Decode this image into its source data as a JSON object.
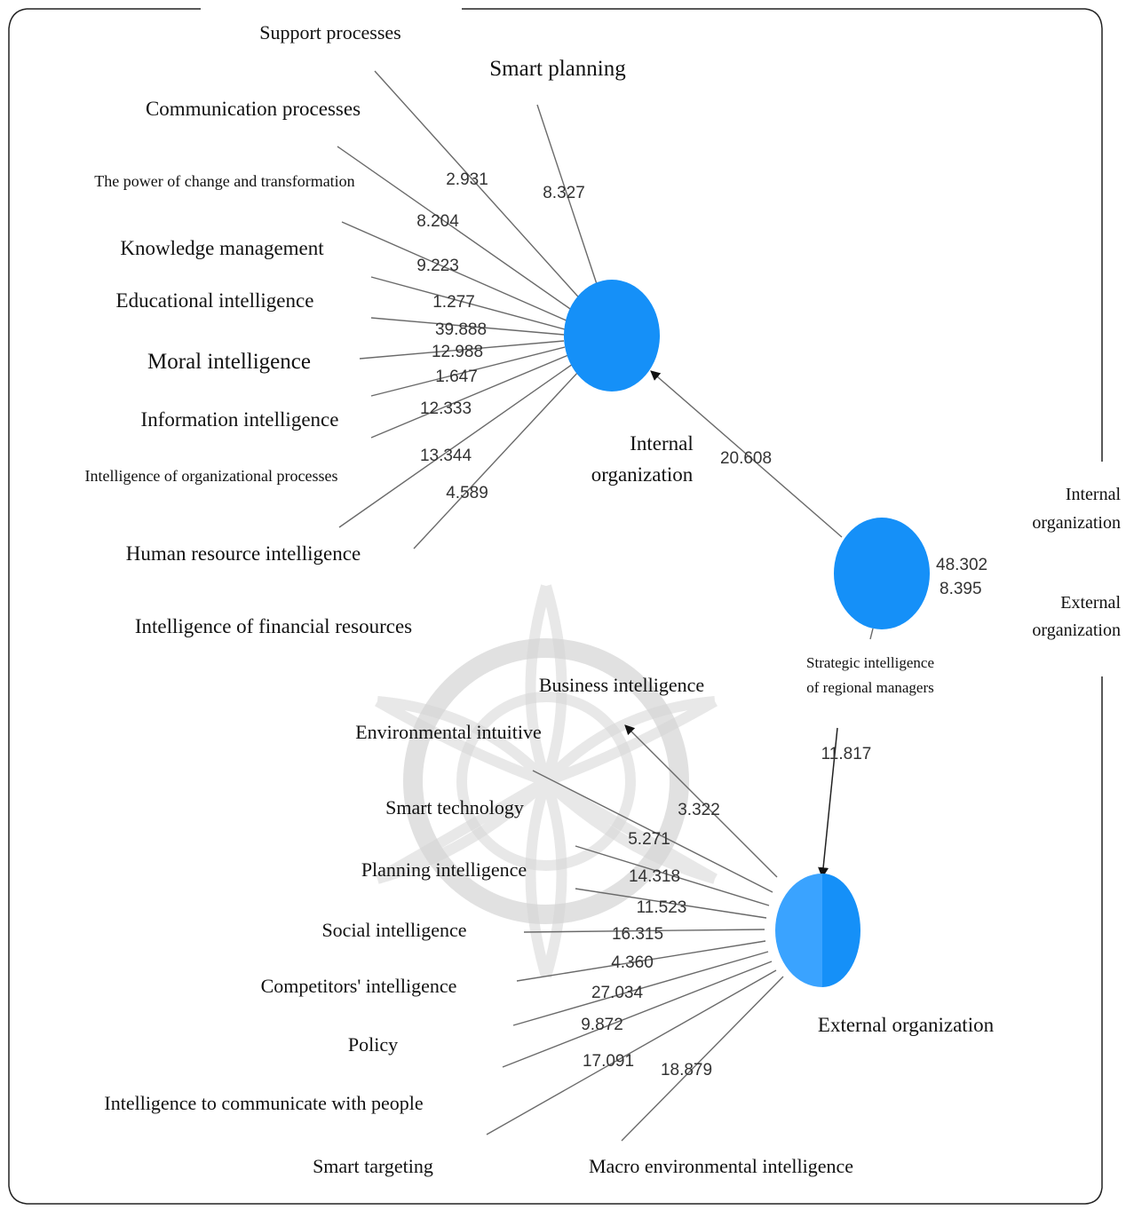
{
  "nodes": {
    "internal": {
      "label_line1": "Internal",
      "label_line2": "organization",
      "color": "#1590f8"
    },
    "strategic": {
      "label_line1": "Strategic intelligence",
      "label_line2": "of regional managers",
      "color": "#1590f8"
    },
    "external": {
      "label": "External organization",
      "color_left": "#3aa3ff",
      "color_right": "#1590f8"
    }
  },
  "side_labels": {
    "internal_line1": "Internal",
    "internal_line2": "organization",
    "external_line1": "External",
    "external_line2": "organization"
  },
  "internal_indicators": [
    {
      "label": "Support processes",
      "value": "2.931"
    },
    {
      "label": "Smart planning",
      "value": "8.327"
    },
    {
      "label": "Communication processes",
      "value": "8.204"
    },
    {
      "label": "The power of change and transformation",
      "value": "9.223"
    },
    {
      "label": "Knowledge management",
      "value": "1.277"
    },
    {
      "label": "Educational intelligence",
      "value": "39.888"
    },
    {
      "label": "Moral intelligence",
      "value": "12.988"
    },
    {
      "label": "Information intelligence",
      "value": "1.647"
    },
    {
      "label": "Intelligence of organizational processes",
      "value": "12.333"
    },
    {
      "label": "Human resource intelligence",
      "value": "13.344"
    },
    {
      "label": "Intelligence of financial resources",
      "value": "4.589"
    }
  ],
  "external_indicators": [
    {
      "label": "Business intelligence",
      "value": "3.322"
    },
    {
      "label": "Environmental intuitive",
      "value": "5.271"
    },
    {
      "label": "Smart technology",
      "value": "14.318"
    },
    {
      "label": "Planning intelligence",
      "value": "11.523"
    },
    {
      "label": "Social intelligence",
      "value": "16.315"
    },
    {
      "label": "Competitors' intelligence",
      "value": "4.360"
    },
    {
      "label": "Policy",
      "value": "27.034"
    },
    {
      "label": "Intelligence to communicate with people",
      "value": "9.872"
    },
    {
      "label": "Smart targeting",
      "value": "17.091"
    },
    {
      "label": "Macro environmental intelligence",
      "value": "18.879"
    }
  ],
  "paths": {
    "strategic_to_internal": "20.608",
    "strategic_to_external": "11.817",
    "strategic_outer_1": "48.302",
    "strategic_outer_2": "8.395"
  }
}
